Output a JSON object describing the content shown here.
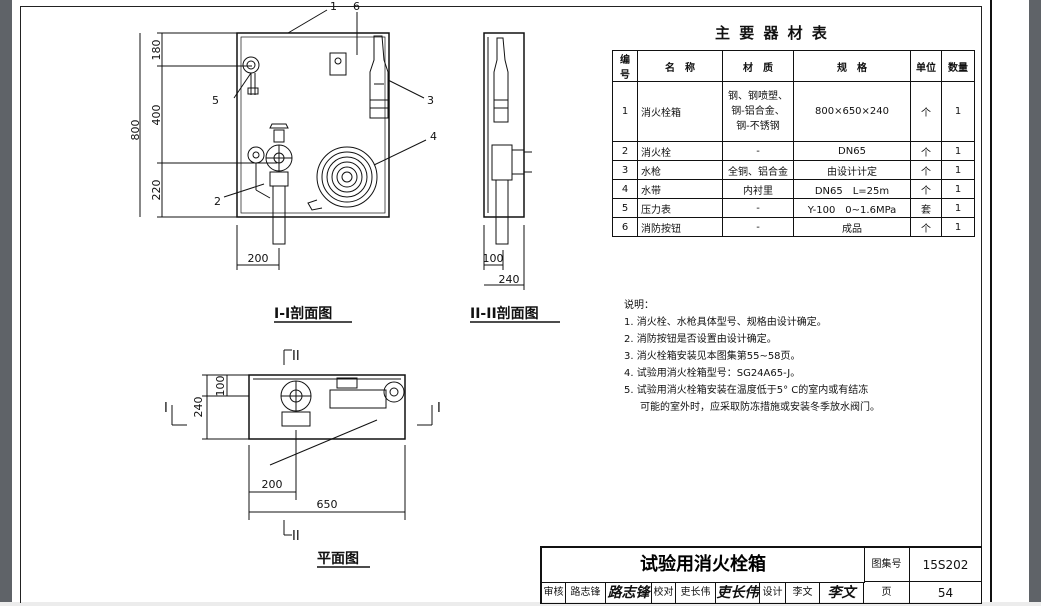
{
  "table": {
    "title": "主 要 器 材 表",
    "headers": [
      "编号",
      "名　称",
      "材　质",
      "规　格",
      "单位",
      "数量"
    ],
    "rows": [
      {
        "no": "1",
        "name": "消火栓箱",
        "material": "钢、钢喷塑、钢-铝合金、钢-不锈钢",
        "spec": "800×650×240",
        "unit": "个",
        "qty": "1"
      },
      {
        "no": "2",
        "name": "消火栓",
        "material": "-",
        "spec": "DN65",
        "unit": "个",
        "qty": "1"
      },
      {
        "no": "3",
        "name": "水枪",
        "material": "全铜、铝合金",
        "spec": "由设计计定",
        "unit": "个",
        "qty": "1"
      },
      {
        "no": "4",
        "name": "水带",
        "material": "内衬里",
        "spec": "DN65　L=25m",
        "unit": "个",
        "qty": "1"
      },
      {
        "no": "5",
        "name": "压力表",
        "material": "-",
        "spec": "Y-100　0~1.6MPa",
        "unit": "套",
        "qty": "1"
      },
      {
        "no": "6",
        "name": "消防按钮",
        "material": "-",
        "spec": "成品",
        "unit": "个",
        "qty": "1"
      }
    ]
  },
  "notes": {
    "heading": "说明：",
    "items": [
      "1. 消火栓、水枪具体型号、规格由设计确定。",
      "2. 消防按钮是否设置由设计确定。",
      "3. 消火栓箱安装见本图集第55~58页。",
      "4. 试验用消火栓箱型号：SG24A65-J。",
      "5. 试验用消火栓箱安装在温度低于5° C的室内或有结冻"
    ],
    "continuation": "可能的室外时，应采取防冻措施或安装冬季放水阀门。"
  },
  "views": {
    "section1": "I-I剖面图",
    "section2": "II-II剖面图",
    "plan": "平面图"
  },
  "dims": {
    "d800": "800",
    "d180": "180",
    "d400": "400",
    "d220": "220",
    "d200a": "200",
    "d100a": "100",
    "d240a": "240",
    "d100b": "100",
    "d240b": "240",
    "d200b": "200",
    "d650": "650"
  },
  "callouts": [
    "1",
    "6",
    "5",
    "3",
    "4",
    "2"
  ],
  "section_marks": {
    "two": "II",
    "one": "I"
  },
  "titleblock": {
    "title": "试验用消火栓箱",
    "atlas_label": "图集号",
    "atlas_no": "15S202",
    "page_label": "页",
    "page_no": "54",
    "review_label": "审核",
    "review_name": "路志锋",
    "check_label": "校对",
    "check_name": "吏长伟",
    "design_label": "设计",
    "design_name": "李文"
  }
}
